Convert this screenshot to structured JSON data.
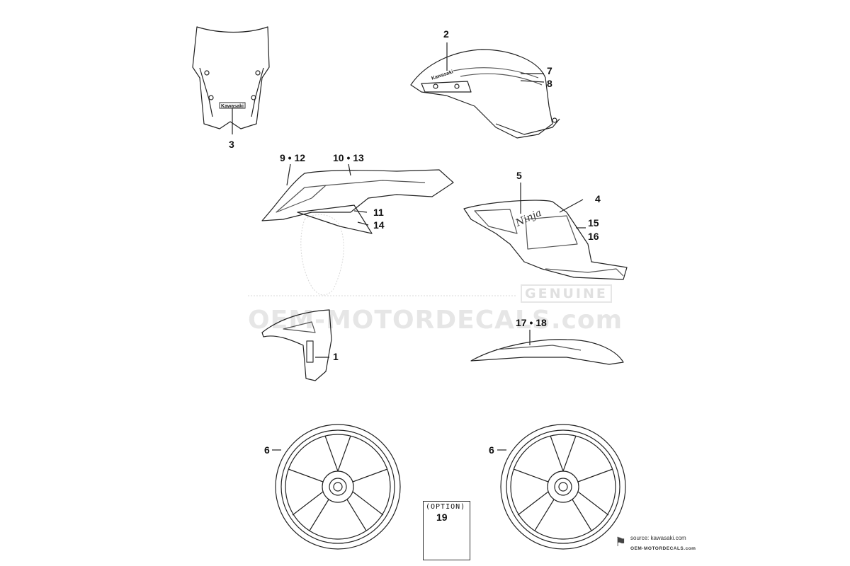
{
  "callouts": [
    {
      "id": "c1",
      "label": "1"
    },
    {
      "id": "c2",
      "label": "2"
    },
    {
      "id": "c3",
      "label": "3"
    },
    {
      "id": "c4",
      "label": "4"
    },
    {
      "id": "c5",
      "label": "5"
    },
    {
      "id": "c6a",
      "label": "6"
    },
    {
      "id": "c6b",
      "label": "6"
    },
    {
      "id": "c7",
      "label": "7"
    },
    {
      "id": "c8",
      "label": "8"
    },
    {
      "id": "c9",
      "label": "9 • 12"
    },
    {
      "id": "c10",
      "label": "10 • 13"
    },
    {
      "id": "c11",
      "label": "11"
    },
    {
      "id": "c14",
      "label": "14"
    },
    {
      "id": "c15",
      "label": "15"
    },
    {
      "id": "c16",
      "label": "16"
    },
    {
      "id": "c17",
      "label": "17 • 18"
    }
  ],
  "part_text": {
    "windscreen_logo": "Kawasaki",
    "tank_logo": "Kawasaki",
    "tail_logo": "Ninja"
  },
  "option": {
    "label": "(OPTION)",
    "number": "19"
  },
  "watermark": {
    "main": "OEM-MOTORDECALS.com",
    "genuine": "GENUINE"
  },
  "source": {
    "text": "source: kawasaki.com",
    "site": "OEM-MOTORDECALS.com"
  },
  "colors": {
    "line": "#222222",
    "decal": "#999999",
    "watermark": "#e6e6e6"
  }
}
